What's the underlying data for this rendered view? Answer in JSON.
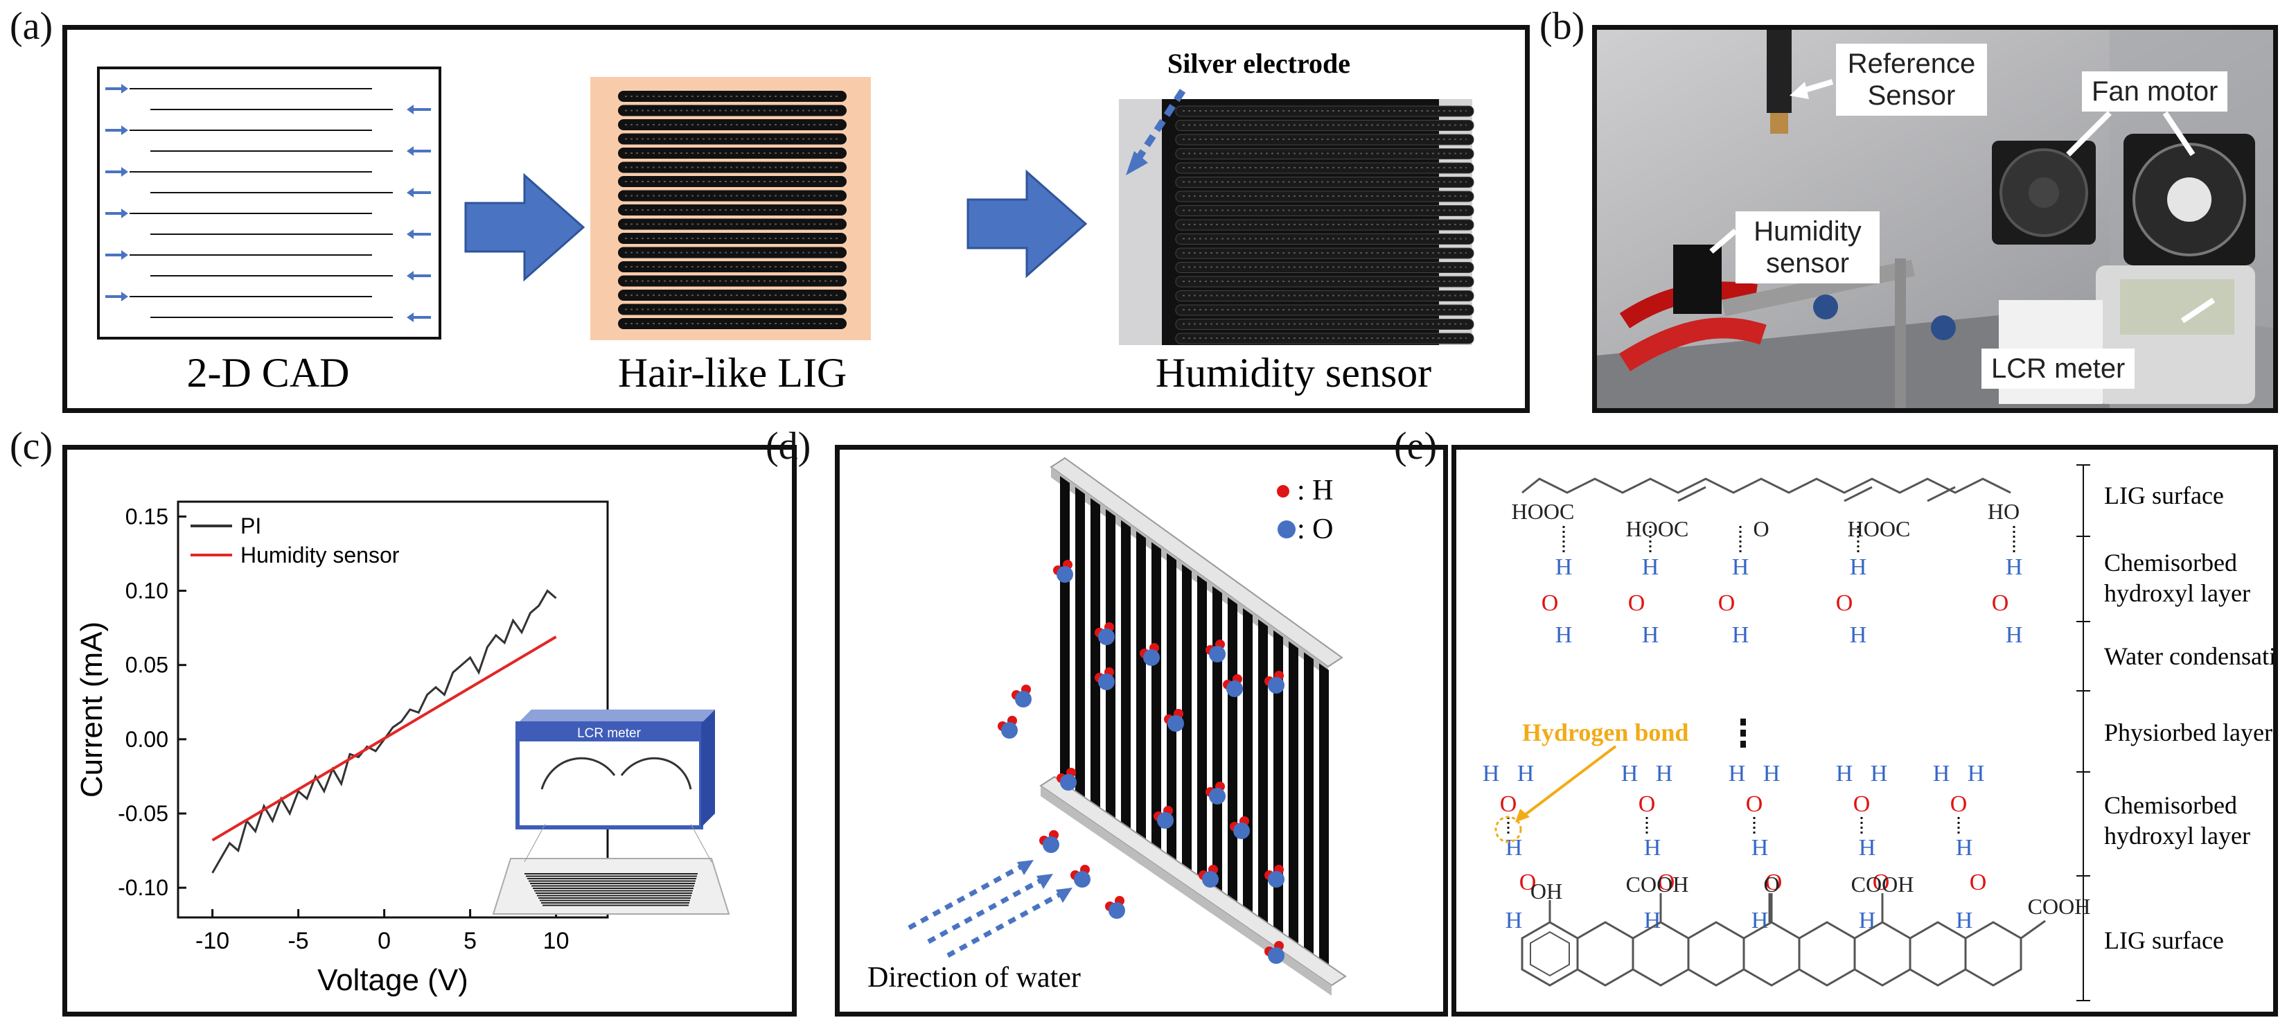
{
  "panels": {
    "a": {
      "label": "(a)",
      "captions": [
        "2-D CAD",
        "Hair-like LIG",
        "Humidity sensor"
      ],
      "silver_label": "Silver electrode"
    },
    "b": {
      "label": "(b)",
      "callouts": [
        "Reference Sensor",
        "Fan motor",
        "Humidity sensor",
        "LCR meter"
      ]
    },
    "c": {
      "label": "(c)",
      "inset_label": "LCR meter"
    },
    "d": {
      "label": "(d)",
      "legend_h": ": H",
      "legend_o": ": O",
      "direction_label": "Direction of water"
    },
    "e": {
      "label": "(e)",
      "layers": [
        "LIG surface",
        "Chemisorbed hydroxyl layer",
        "Water condensation",
        "Physiorbed layer",
        "Chemisorbed hydroxyl layer",
        "LIG surface"
      ],
      "hydrogen_bond": "Hydrogen bond",
      "top_groups": [
        "HOOC",
        "HOOC",
        "O",
        "HOOC",
        "HO"
      ],
      "bottom_groups": [
        "OH",
        "COOH",
        "O",
        "COOH",
        "COOH"
      ],
      "atom_h": "H",
      "atom_o": "O"
    }
  },
  "chart_data": {
    "type": "line",
    "xlabel": "Voltage (V)",
    "ylabel": "Current (mA)",
    "xlim": [
      -12,
      13
    ],
    "ylim": [
      -0.12,
      0.16
    ],
    "xticks": [
      -10,
      -5,
      0,
      5,
      10
    ],
    "yticks": [
      -0.1,
      -0.05,
      0.0,
      0.05,
      0.1,
      0.15
    ],
    "legend": "top-left",
    "series": [
      {
        "name": "PI",
        "color": "#333333",
        "x": [
          -10,
          -9.5,
          -9,
          -8.5,
          -8,
          -7.5,
          -7,
          -6.5,
          -6,
          -5.5,
          -5,
          -4.5,
          -4,
          -3.5,
          -3,
          -2.5,
          -2,
          -1.5,
          -1,
          -0.5,
          0,
          0.5,
          1,
          1.5,
          2,
          2.5,
          3,
          3.5,
          4,
          4.5,
          5,
          5.5,
          6,
          6.5,
          7,
          7.5,
          8,
          8.5,
          9,
          9.5,
          10
        ],
        "y": [
          -0.09,
          -0.08,
          -0.07,
          -0.075,
          -0.055,
          -0.062,
          -0.045,
          -0.055,
          -0.04,
          -0.05,
          -0.035,
          -0.04,
          -0.025,
          -0.035,
          -0.02,
          -0.03,
          -0.01,
          -0.012,
          -0.005,
          -0.008,
          0.0,
          0.008,
          0.012,
          0.02,
          0.018,
          0.03,
          0.035,
          0.03,
          0.045,
          0.05,
          0.055,
          0.045,
          0.062,
          0.07,
          0.065,
          0.08,
          0.072,
          0.085,
          0.09,
          0.1,
          0.095
        ]
      },
      {
        "name": "Humidity sensor",
        "color": "#e32626",
        "x": [
          -10,
          10
        ],
        "y": [
          -0.068,
          0.069
        ]
      }
    ]
  }
}
